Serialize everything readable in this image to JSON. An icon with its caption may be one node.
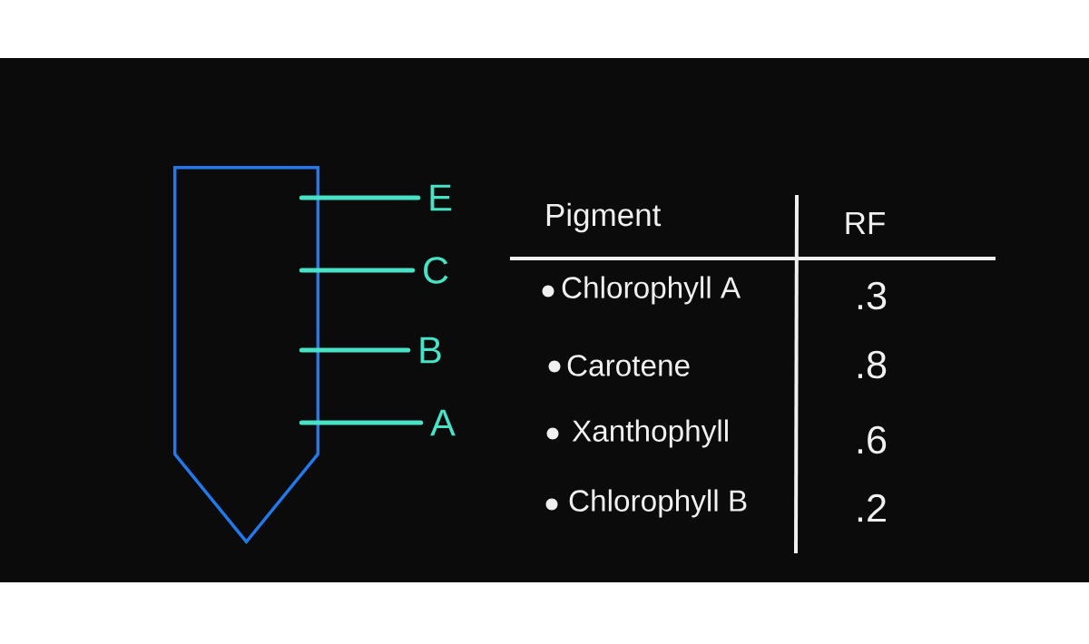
{
  "diagram": {
    "nodes": [
      {
        "text": [],
        "shape": "box"
      },
      {
        "text": [
          "E"
        ]
      },
      {
        "text": [
          "C"
        ]
      },
      {
        "text": [
          "B"
        ]
      },
      {
        "text": [
          "A"
        ]
      }
    ],
    "edges": [
      {
        "from": 1,
        "to": 0,
        "arrow": "none"
      },
      {
        "from": 2,
        "to": 0,
        "arrow": "none"
      },
      {
        "from": 3,
        "to": 0,
        "arrow": "none"
      },
      {
        "from": 4,
        "to": 0,
        "arrow": "none"
      }
    ],
    "labels": [
      "Pigment",
      "RF",
      "Chlorophyll A",
      ".3",
      "Carotene",
      ".8",
      "Xanthophyll",
      ".6",
      "Chlorophyll B",
      ".2"
    ]
  }
}
